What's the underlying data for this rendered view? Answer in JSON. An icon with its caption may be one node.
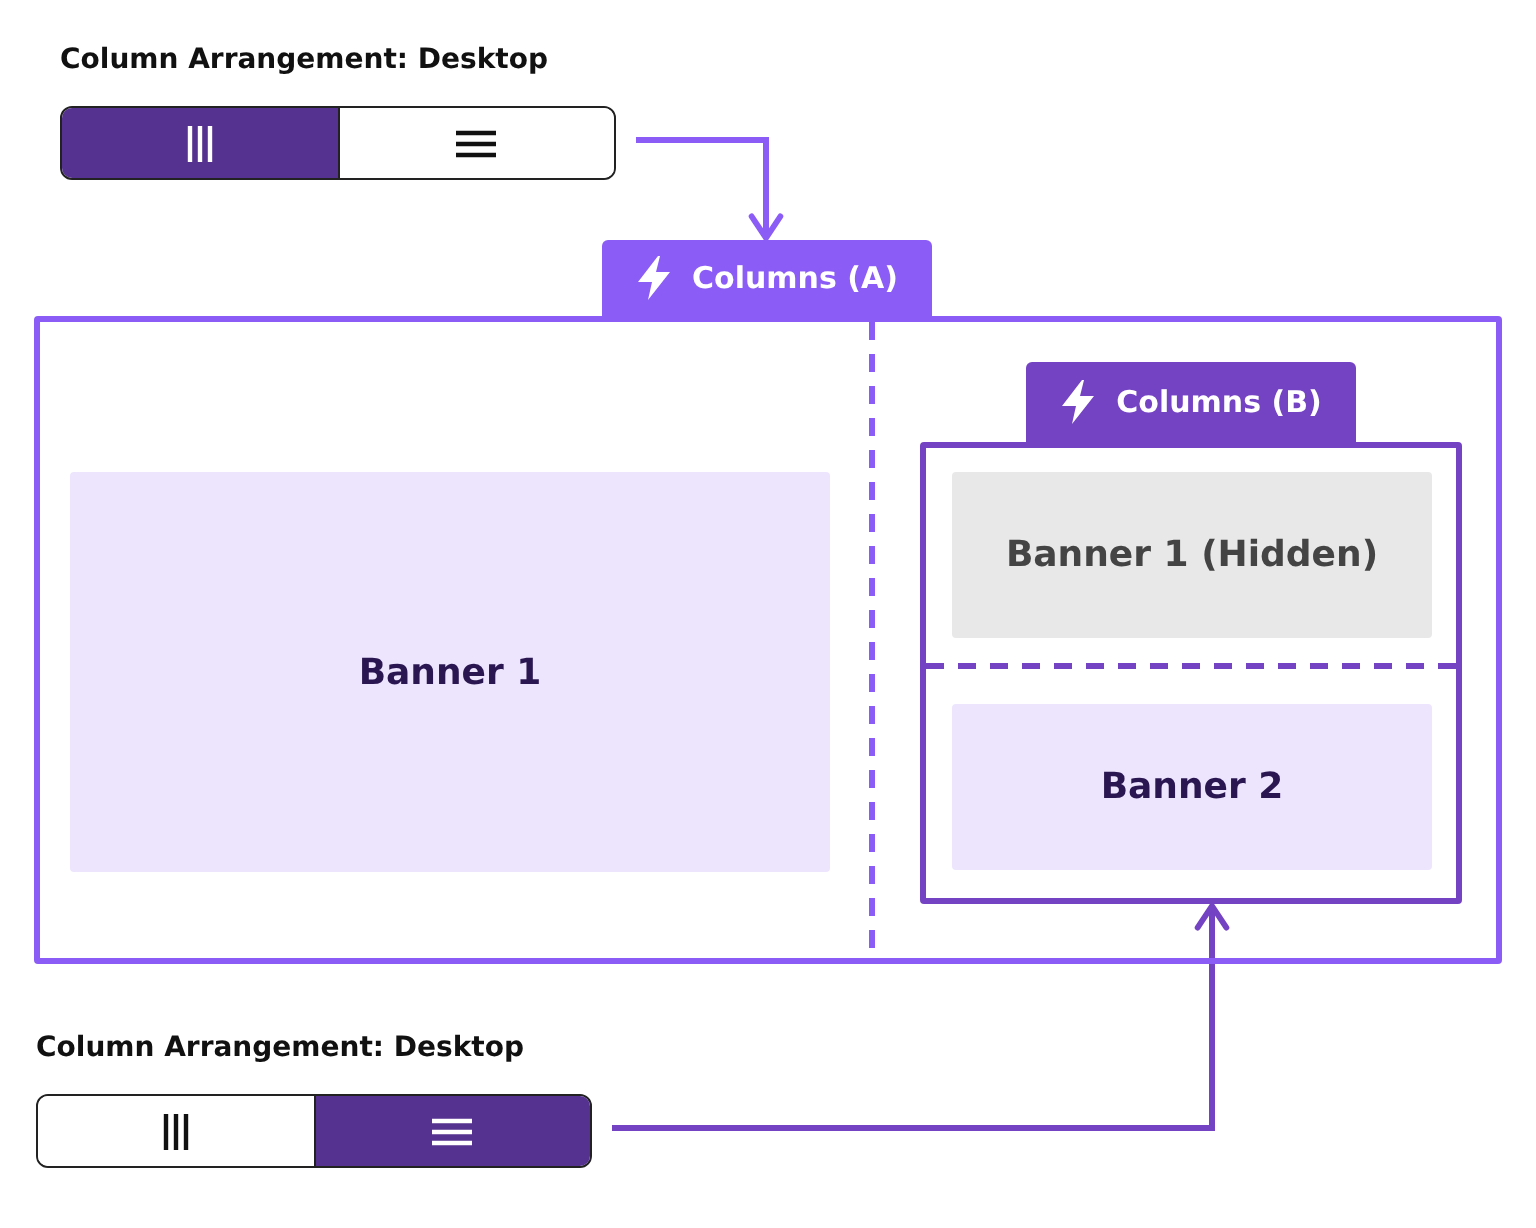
{
  "diagram": {
    "nodes": [
      {
        "text": [
          "Column Arrangement: Desktop"
        ]
      },
      {
        "text": [
          "Columns (A)"
        ]
      },
      {
        "text": [
          "Banner 1"
        ],
        "in": 1
      },
      {
        "text": [
          "Columns (B)"
        ],
        "in": 1
      },
      {
        "text": [
          "Banner 1 (Hidden)"
        ],
        "in": 3
      },
      {
        "text": [
          "Banner 2"
        ],
        "in": 3
      },
      {
        "text": [
          "Column Arrangement: Desktop"
        ]
      }
    ],
    "edges": [
      {
        "from": 0,
        "to": 1,
        "arrow": "to",
        "color": "#8b5cf6"
      },
      {
        "from": 6,
        "to": 3,
        "arrow": "to",
        "color": "#7443c4"
      }
    ]
  }
}
